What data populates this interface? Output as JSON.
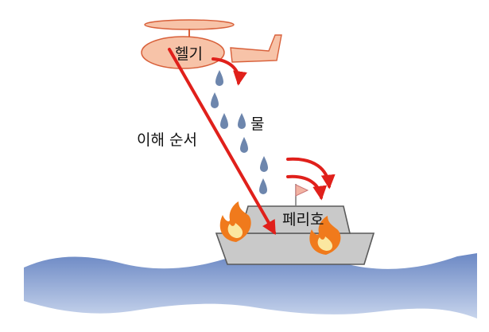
{
  "labels": {
    "helicopter": "헬기",
    "water": "물",
    "order": "이해 순서",
    "ferry": "페리호"
  },
  "colors": {
    "helicopter_fill": "#f7c3a8",
    "helicopter_stroke": "#d8603a",
    "rotor_fill": "#f7c3a8",
    "arrow": "#e0201b",
    "water_drop": "#6d86ad",
    "sea_light": "#c4d2ea",
    "sea_dark": "#6b88c4",
    "ship_body": "#c9c9c9",
    "ship_stroke": "#5a5a5a",
    "flag": "#f2b3a3",
    "fire_outer": "#f07a1c",
    "fire_inner": "#fbe7a0"
  },
  "icons": [
    "helicopter-icon",
    "water-drop-icon",
    "ship-icon",
    "fire-icon",
    "flag-icon",
    "sea-wave-icon"
  ]
}
